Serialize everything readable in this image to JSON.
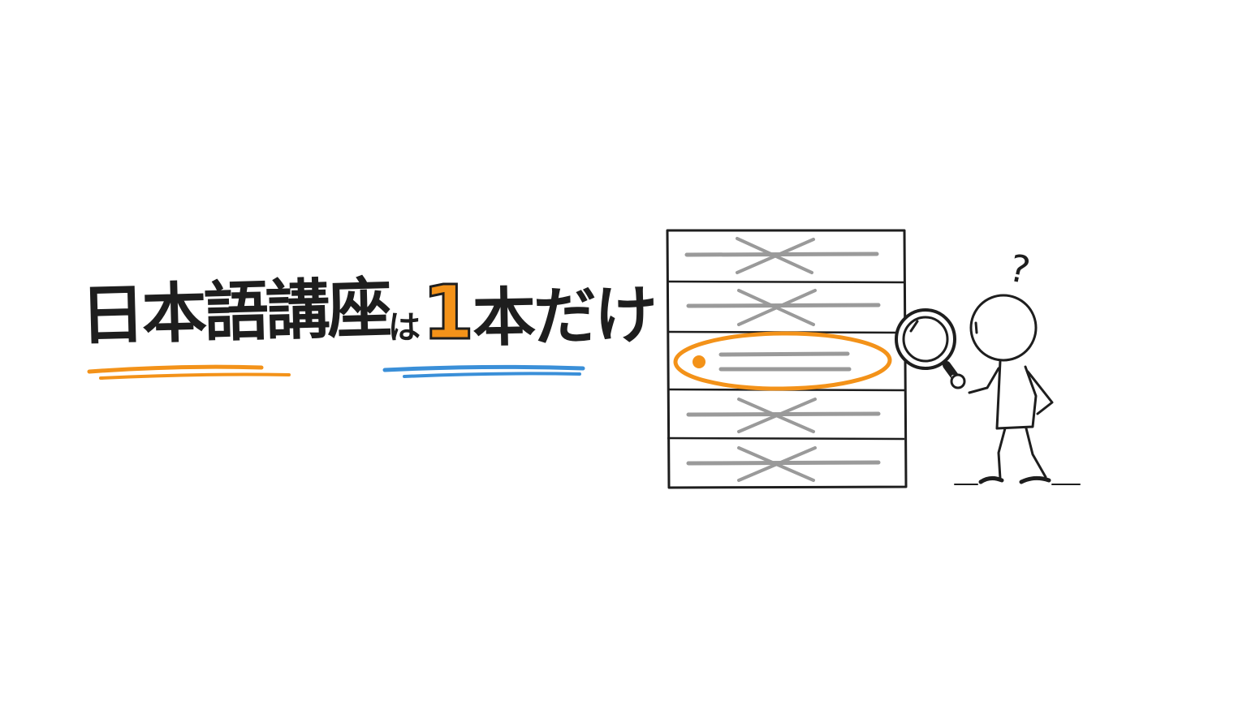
{
  "headline": {
    "part1": "日本語講座",
    "particle": "は",
    "number": "1",
    "part2": "本だけ"
  },
  "illustration": {
    "list_rows": [
      {
        "state": "crossed-out"
      },
      {
        "state": "crossed-out"
      },
      {
        "state": "selected"
      },
      {
        "state": "crossed-out"
      },
      {
        "state": "crossed-out"
      }
    ],
    "question_mark": "?"
  },
  "colors": {
    "ink": "#1e1e1e",
    "accent_orange": "#f39219",
    "accent_blue": "#3a8fd8",
    "line_gray": "#9a9a9a"
  }
}
